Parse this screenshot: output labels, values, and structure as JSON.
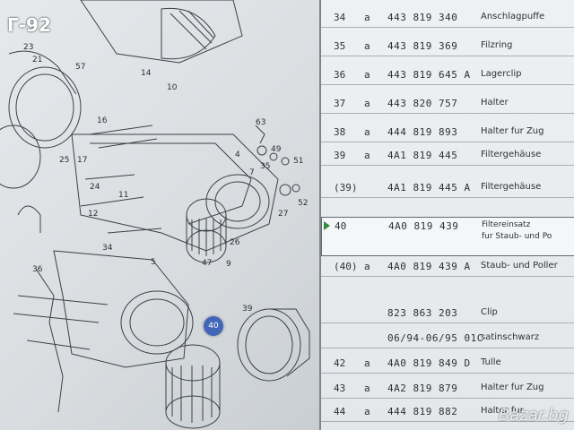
{
  "overlay_title": "Г-92",
  "diagram": {
    "highlighted_callout": "40",
    "callouts": [
      "23",
      "21",
      "57",
      "14",
      "10",
      "16",
      "25",
      "17",
      "24",
      "11",
      "12",
      "34",
      "5",
      "36",
      "63",
      "49",
      "35",
      "51",
      "27",
      "52",
      "26",
      "47",
      "9",
      "39",
      "4",
      "7"
    ]
  },
  "parts_table": {
    "rows": [
      {
        "pos": "34",
        "mark": "a",
        "part": "443 819 340",
        "desc": "Anschlagpuffe"
      },
      {
        "pos": "35",
        "mark": "a",
        "part": "443 819 369",
        "desc": "Filzring"
      },
      {
        "pos": "36",
        "mark": "a",
        "part": "443 819 645 A",
        "desc": "Lagerclip"
      },
      {
        "pos": "37",
        "mark": "a",
        "part": "443 820 757",
        "desc": "Halter"
      },
      {
        "pos": "38",
        "mark": "a",
        "part": "444 819 893",
        "desc": "Halter fur Zug"
      },
      {
        "pos": "39",
        "mark": "a",
        "part": "4A1 819 445",
        "desc": "Filtergehäuse"
      },
      {
        "pos": "(39)",
        "mark": "",
        "part": "4A1 819 445 A",
        "desc": "Filtergehäuse"
      },
      {
        "pos": "40",
        "mark": "",
        "part": "4A0 819 439",
        "desc": "Filtereinsatz",
        "desc2": "fur Staub- und Po",
        "selected": true
      },
      {
        "pos": "(40)",
        "mark": "a",
        "part": "4A0 819 439 A",
        "desc": "Staub- und Poller"
      },
      {
        "pos": "",
        "mark": "",
        "part": "823 863 203",
        "desc": "Clip"
      },
      {
        "pos": "",
        "mark": "",
        "part": "06/94-06/95 01C",
        "desc": "satinschwarz"
      },
      {
        "pos": "42",
        "mark": "a",
        "part": "4A0 819 849 D",
        "desc": "Tulle"
      },
      {
        "pos": "43",
        "mark": "a",
        "part": "4A2 819 879",
        "desc": "Halter fur Zug"
      },
      {
        "pos": "44",
        "mark": "a",
        "part": "444 819 882",
        "desc": "Halter fur"
      }
    ]
  },
  "watermark": "Bazar.bg"
}
